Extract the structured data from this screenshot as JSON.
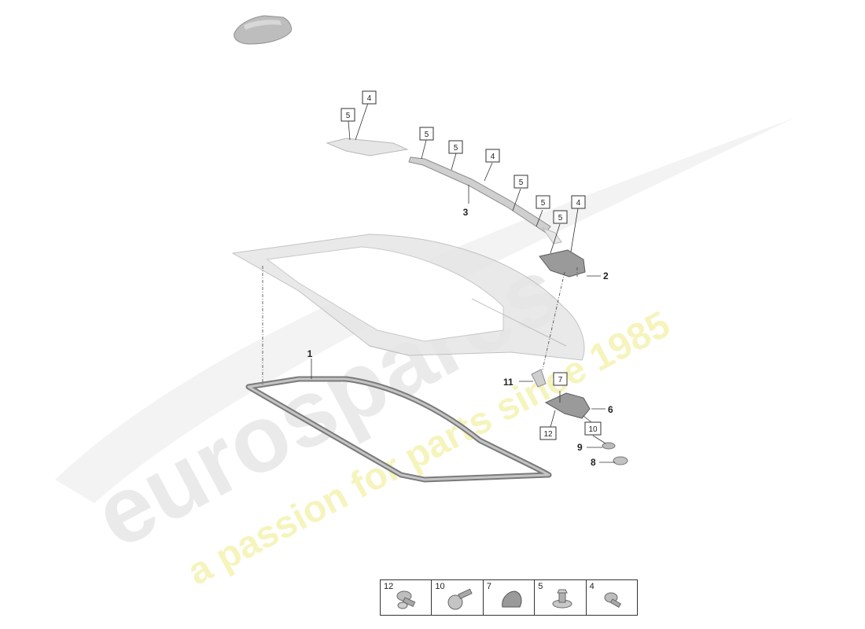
{
  "watermark": {
    "brand_text": "eurospares",
    "tagline_text": "a passion for parts since 1985",
    "brand_color": "#e4e4e4",
    "tagline_color": "#f3f1a8"
  },
  "callouts": {
    "boxed": {
      "c1": "4",
      "c2": "5",
      "c3": "5",
      "c4": "5",
      "c5": "4",
      "c6": "5",
      "c7": "5",
      "c8": "5",
      "c9": "4",
      "c10": "7",
      "c11": "12",
      "c12": "10"
    },
    "plain": {
      "p1": "3",
      "p2": "2",
      "p3": "1",
      "p4": "11",
      "p5": "6",
      "p6": "9",
      "p7": "8"
    }
  },
  "fasteners": [
    {
      "number": "12",
      "icon": "bolt-icon"
    },
    {
      "number": "10",
      "icon": "round-head-screw-icon"
    },
    {
      "number": "7",
      "icon": "cap-icon"
    },
    {
      "number": "5",
      "icon": "push-clip-icon"
    },
    {
      "number": "4",
      "icon": "screw-icon"
    }
  ]
}
